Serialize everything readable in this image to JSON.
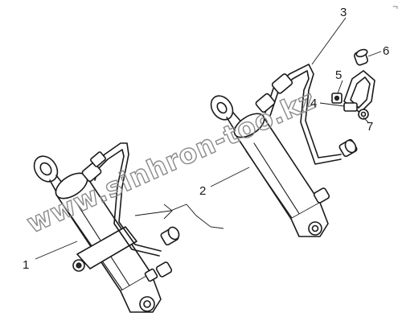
{
  "watermark": "www.sinhron-too.kz",
  "corner_mark": "¬",
  "callouts": [
    {
      "id": "1",
      "label": "1"
    },
    {
      "id": "2",
      "label": "2"
    },
    {
      "id": "3",
      "label": "3"
    },
    {
      "id": "4",
      "label": "4"
    },
    {
      "id": "5",
      "label": "5"
    },
    {
      "id": "6",
      "label": "6"
    },
    {
      "id": "7",
      "label": "7"
    }
  ]
}
